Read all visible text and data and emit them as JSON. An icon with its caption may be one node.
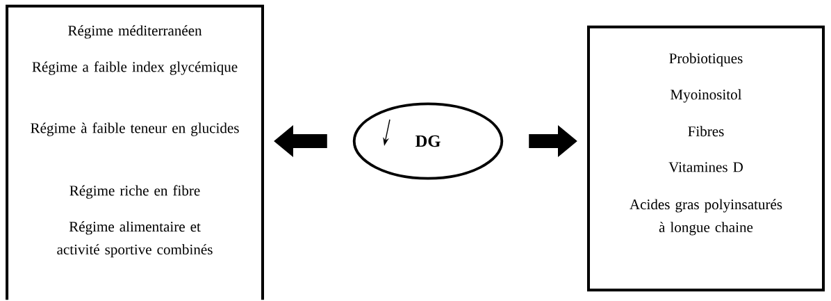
{
  "diagram": {
    "nodes": [
      {
        "text": [
          "Régime méditerranéen",
          "Régime a faible index glycémique",
          "Régime à faible teneur en glucides",
          "Régime riche en fibre",
          "Régime alimentaire et activité sportive combinés"
        ]
      },
      {
        "text": [
          "DG"
        ]
      },
      {
        "text": [
          "Probiotiques",
          "Myoinositol",
          "Fibres",
          "Vitamines D",
          "Acides gras polyinsaturés à longue chaine"
        ]
      }
    ],
    "edges": [
      {
        "from": 1,
        "to": 0,
        "arrow": "to"
      },
      {
        "from": 1,
        "to": 2,
        "arrow": "to"
      }
    ]
  }
}
